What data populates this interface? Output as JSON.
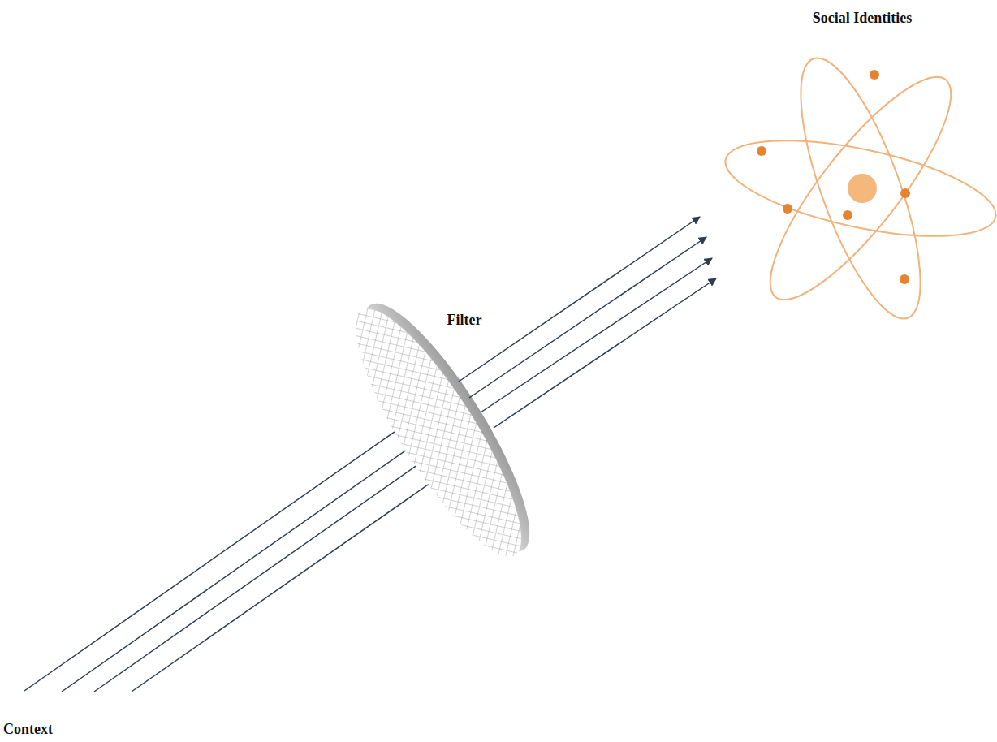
{
  "diagram": {
    "labels": [
      "Social Identities",
      "Filter",
      "Context"
    ]
  }
}
